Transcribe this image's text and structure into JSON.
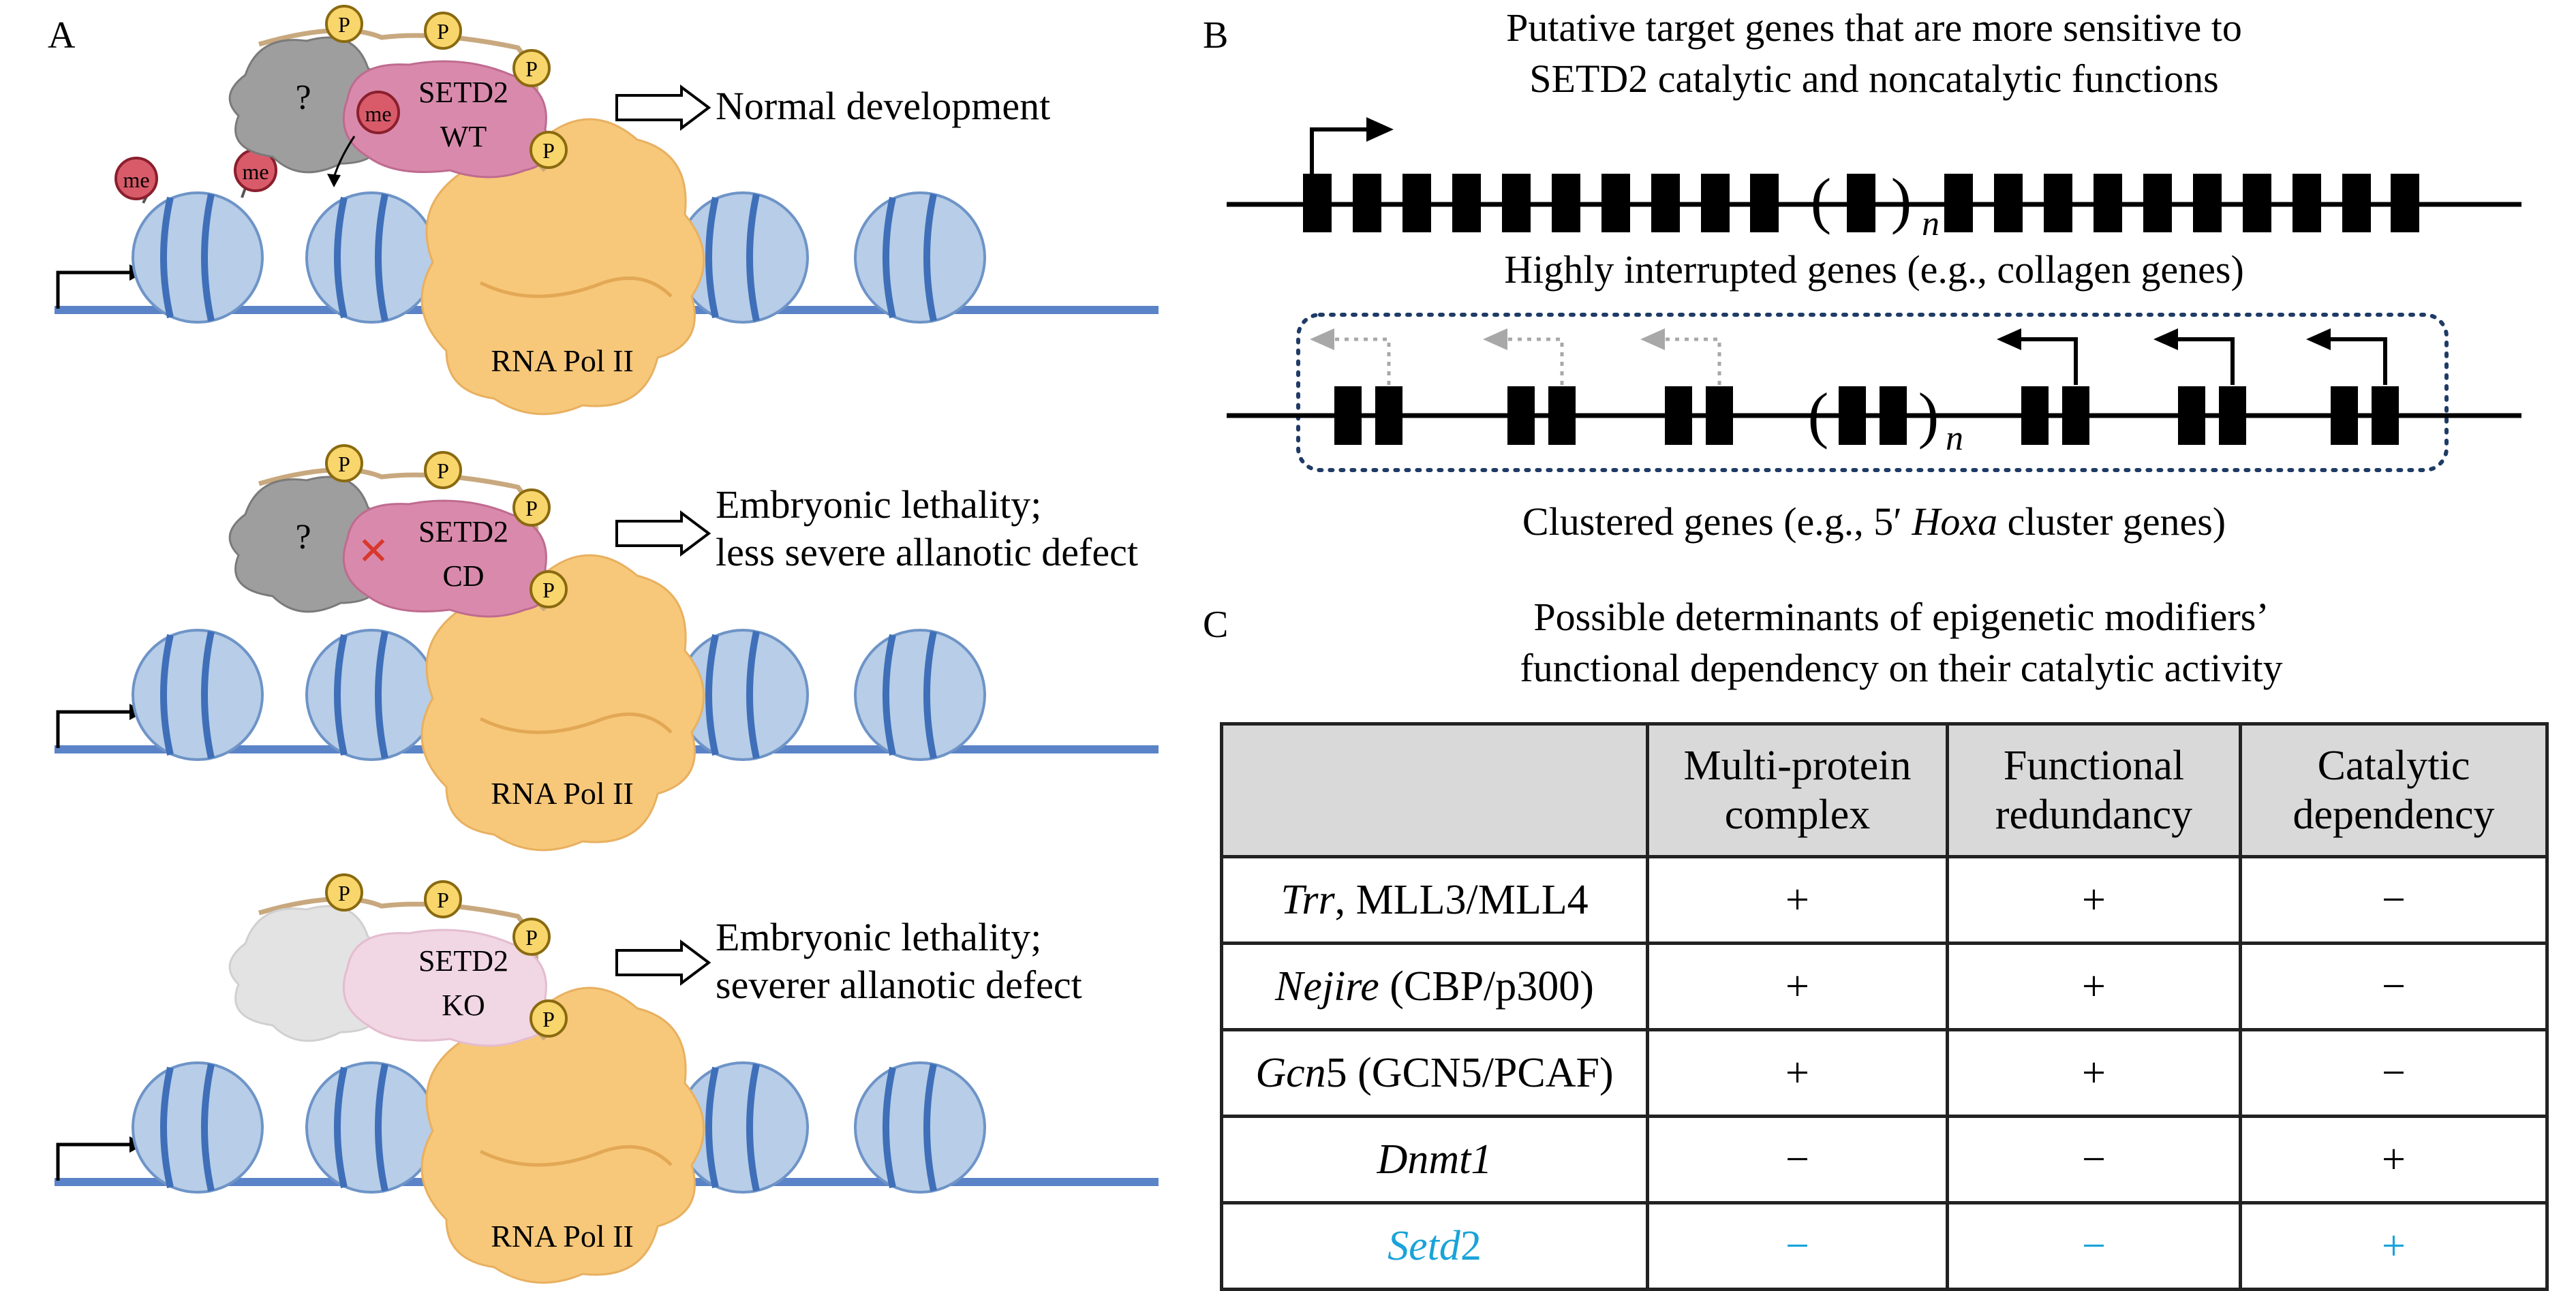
{
  "panels": {
    "a": "A",
    "b": "B",
    "c": "C"
  },
  "panel_a": {
    "rows": [
      {
        "protein_line1": "SETD2",
        "protein_line2": "WT",
        "outcome_line1": "Normal development",
        "outcome_line2": ""
      },
      {
        "protein_line1": "SETD2",
        "protein_line2": "CD",
        "outcome_line1": "Embryonic lethality;",
        "outcome_line2": "less severe allanotic defect"
      },
      {
        "protein_line1": "SETD2",
        "protein_line2": "KO",
        "outcome_line1": "Embryonic lethality;",
        "outcome_line2": "severer allanotic defect"
      }
    ],
    "unknown_partner": "?",
    "phospho": "P",
    "methyl": "me",
    "polymerase": "RNA Pol II",
    "catalytic_dead_mark": "✕"
  },
  "panel_b": {
    "title_line1": "Putative target genes that are more sensitive to",
    "title_line2": "SETD2 catalytic and noncatalytic functions",
    "repeat_n": "n",
    "gene1_caption": "Highly interrupted genes (e.g., collagen genes)",
    "gene2_caption_pre": "Clustered genes (e.g., 5′ ",
    "gene2_caption_italic": "Hoxa",
    "gene2_caption_post": " cluster genes)"
  },
  "panel_c": {
    "title_line1": "Possible determinants of epigenetic modifiers’",
    "title_line2": "functional dependency on their catalytic activity",
    "headers": [
      {
        "line1": "Multi-protein",
        "line2": "complex"
      },
      {
        "line1": "Functional",
        "line2": "redundancy"
      },
      {
        "line1": "Catalytic",
        "line2": "dependency"
      }
    ],
    "rows": [
      {
        "gene_italic": "Trr",
        "gene_rest": ", MLL3/MLL4",
        "cells": [
          "+",
          "+",
          "−"
        ]
      },
      {
        "gene_italic": "Nejire",
        "gene_rest": " (CBP/p300)",
        "cells": [
          "+",
          "+",
          "−"
        ]
      },
      {
        "gene_italic": "Gcn",
        "gene_rest": "5 (GCN5/PCAF)",
        "cells": [
          "+",
          "+",
          "−"
        ]
      },
      {
        "gene_italic": "Dnmt1",
        "gene_rest": "",
        "cells": [
          "−",
          "−",
          "+"
        ]
      },
      {
        "gene_italic": "Setd",
        "gene_rest": "2",
        "cells": [
          "−",
          "−",
          "+"
        ]
      }
    ],
    "highlight_color": "#1aa3d9"
  }
}
